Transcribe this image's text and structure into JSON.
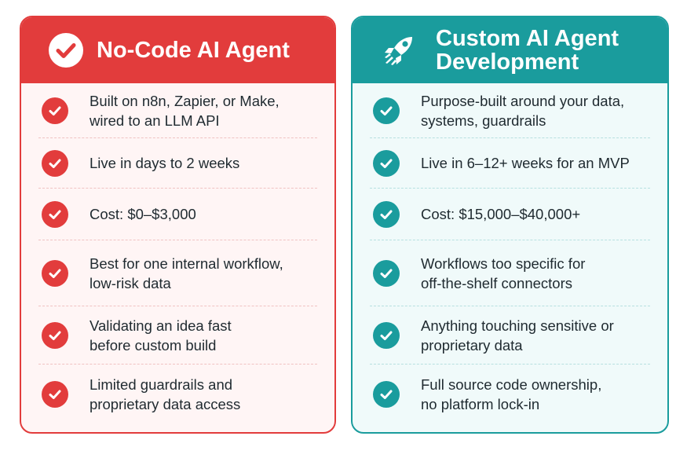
{
  "left_card": {
    "title_lines": [
      "No-Code AI Agent"
    ],
    "icon": "check-circle-icon",
    "accent": "#e23c3c",
    "items": [
      {
        "lines": [
          "Built on n8n, Zapier, or Make,",
          "wired to an LLM API"
        ]
      },
      {
        "lines": [
          "Live in days to 2 weeks"
        ]
      },
      {
        "lines": [
          "Cost: $0–$3,000"
        ]
      },
      {
        "lines": [
          "Best for one internal workflow,",
          "low-risk data"
        ]
      },
      {
        "lines": [
          "Validating an idea fast",
          "before custom build"
        ]
      },
      {
        "lines": [
          "Limited guardrails and",
          "proprietary data access"
        ]
      }
    ]
  },
  "right_card": {
    "title_lines": [
      "Custom AI Agent",
      "Development"
    ],
    "icon": "rocket-icon",
    "accent": "#1a9c9d",
    "items": [
      {
        "lines": [
          "Purpose-built around your data,",
          "systems, guardrails"
        ]
      },
      {
        "lines": [
          "Live in 6–12+ weeks for an MVP"
        ]
      },
      {
        "lines": [
          "Cost: $15,000–$40,000+"
        ]
      },
      {
        "lines": [
          "Workflows too specific for",
          "off-the-shelf connectors"
        ]
      },
      {
        "lines": [
          "Anything touching sensitive or",
          "proprietary data"
        ]
      },
      {
        "lines": [
          "Full source code ownership,",
          "no platform lock-in"
        ]
      }
    ]
  }
}
